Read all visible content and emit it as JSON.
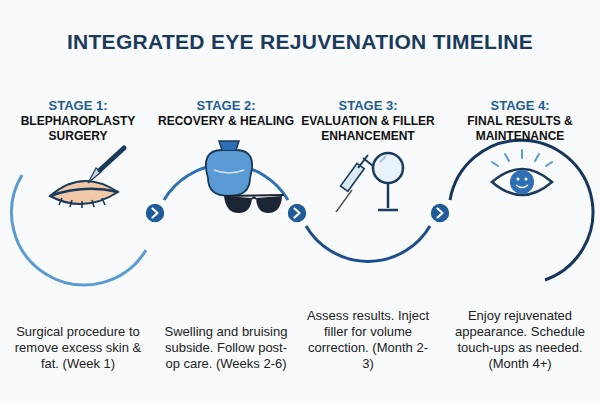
{
  "diagram": {
    "title": "INTEGRATED EYE REJUVENATION TIMELINE",
    "nodes": [
      {
        "text": [
          "STAGE 1:",
          "BLEPHAROPLASTY SURGERY",
          "Surgical procedure to remove excess skin & fat. (Week 1)"
        ]
      },
      {
        "text": [
          "STAGE 2:",
          "RECOVERY & HEALING",
          "Swelling and bruising subside. Follow post-op care. (Weeks 2-6)"
        ]
      },
      {
        "text": [
          "STAGE 3:",
          "EVALUATION & FILLER ENHANCEMENT",
          "Assess results. Inject filler for volume correction. (Month 2-3)"
        ]
      },
      {
        "text": [
          "STAGE 4:",
          "FINAL RESULTS & MAINTENANCE",
          "Enjoy rejuvenated appearance. Schedule touch-ups as needed. (Month 4+)"
        ]
      }
    ],
    "edges": [
      {
        "from": 0,
        "to": 1,
        "arrow": "to"
      },
      {
        "from": 1,
        "to": 2,
        "arrow": "to"
      },
      {
        "from": 2,
        "to": 3,
        "arrow": "to"
      }
    ]
  }
}
